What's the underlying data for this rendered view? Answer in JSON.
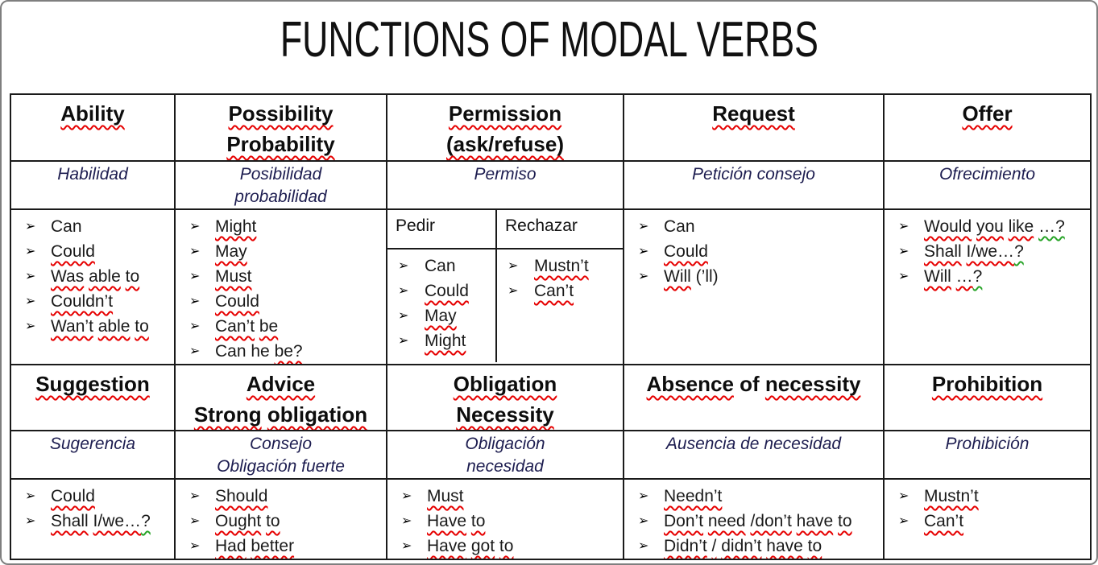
{
  "title": "FUNCTIONS OF MODAL VERBS",
  "icons": {
    "bullet": "➢"
  },
  "colors": {
    "table_border": "#1a1a1a",
    "frame_border": "#7f7f7f",
    "squiggle_red": "#e60000",
    "squiggle_green": "#28a428",
    "subtitle_text": "#1d1d50"
  },
  "table": {
    "sections": [
      {
        "columns": [
          {
            "header": [
              {
                "text": "Ability",
                "spell": "red"
              }
            ],
            "subtitle": "Habilidad",
            "items": [
              {
                "segments": [
                  {
                    "text": "Can",
                    "spell": "none"
                  }
                ]
              },
              {
                "segments": [
                  {
                    "text": "Could",
                    "spell": "red"
                  }
                ]
              },
              {
                "segments": [
                  {
                    "text": "Was able to",
                    "spell": "red"
                  }
                ]
              },
              {
                "segments": [
                  {
                    "text": "Couldn’t",
                    "spell": "red"
                  }
                ]
              },
              {
                "segments": [
                  {
                    "text": "Wan’t able to",
                    "spell": "red"
                  }
                ]
              }
            ]
          },
          {
            "header": [
              {
                "text": "Possibility\nProbability",
                "spell": "red"
              }
            ],
            "subtitle": "Posibilidad\nprobabilidad",
            "items": [
              {
                "segments": [
                  {
                    "text": "Might",
                    "spell": "red"
                  }
                ]
              },
              {
                "segments": [
                  {
                    "text": "May",
                    "spell": "red"
                  }
                ]
              },
              {
                "segments": [
                  {
                    "text": "Must",
                    "spell": "red"
                  }
                ]
              },
              {
                "segments": [
                  {
                    "text": "Could",
                    "spell": "red"
                  }
                ]
              },
              {
                "segments": [
                  {
                    "text": "Can’t be",
                    "spell": "red"
                  }
                ]
              },
              {
                "segments": [
                  {
                    "text": "Can he ",
                    "spell": "none"
                  },
                  {
                    "text": "be?",
                    "spell": "red"
                  }
                ]
              }
            ]
          },
          {
            "header": [
              {
                "text": "Permission\n(ask/refuse)",
                "spell": "red"
              }
            ],
            "subtitle": "Permiso",
            "permission": {
              "ask_label": "Pedir",
              "refuse_label": "Rechazar",
              "ask_items": [
                {
                  "segments": [
                    {
                      "text": "Can",
                      "spell": "none"
                    }
                  ]
                },
                {
                  "segments": [
                    {
                      "text": "Could",
                      "spell": "red"
                    }
                  ]
                },
                {
                  "segments": [
                    {
                      "text": "May",
                      "spell": "red"
                    }
                  ]
                },
                {
                  "segments": [
                    {
                      "text": "Might",
                      "spell": "red"
                    }
                  ]
                }
              ],
              "refuse_items": [
                {
                  "segments": [
                    {
                      "text": "Mustn’t",
                      "spell": "red"
                    }
                  ]
                },
                {
                  "segments": [
                    {
                      "text": "Can’t",
                      "spell": "red"
                    }
                  ]
                }
              ]
            }
          },
          {
            "header": [
              {
                "text": "Request",
                "spell": "red"
              }
            ],
            "subtitle": "Petición consejo",
            "items": [
              {
                "segments": [
                  {
                    "text": "Can",
                    "spell": "none"
                  }
                ]
              },
              {
                "segments": [
                  {
                    "text": "Could",
                    "spell": "red"
                  }
                ]
              },
              {
                "segments": [
                  {
                    "text": "Will",
                    "spell": "red"
                  },
                  {
                    "text": " (’ll)",
                    "spell": "none"
                  }
                ]
              }
            ]
          },
          {
            "header": [
              {
                "text": "Offer",
                "spell": "red"
              }
            ],
            "subtitle": "Ofrecimiento",
            "items": [
              {
                "segments": [
                  {
                    "text": "Would you like",
                    "spell": "red"
                  },
                  {
                    "text": " ",
                    "spell": "none"
                  },
                  {
                    "text": "…?",
                    "spell": "green"
                  }
                ]
              },
              {
                "segments": [
                  {
                    "text": "Shall I/we…",
                    "spell": "red"
                  },
                  {
                    "text": "?",
                    "spell": "green"
                  }
                ]
              },
              {
                "segments": [
                  {
                    "text": "Will …",
                    "spell": "red"
                  },
                  {
                    "text": "?",
                    "spell": "green"
                  }
                ]
              }
            ]
          }
        ]
      },
      {
        "columns": [
          {
            "header": [
              {
                "text": "Suggestion",
                "spell": "red"
              }
            ],
            "subtitle": "Sugerencia",
            "items": [
              {
                "segments": [
                  {
                    "text": "Could",
                    "spell": "red"
                  }
                ]
              },
              {
                "segments": [
                  {
                    "text": "Shall I/we…",
                    "spell": "red"
                  },
                  {
                    "text": "?",
                    "spell": "green"
                  }
                ]
              }
            ]
          },
          {
            "header": [
              {
                "text": "Advice\nStrong obligation",
                "spell": "red"
              }
            ],
            "subtitle": "Consejo\nObligación fuerte",
            "items": [
              {
                "segments": [
                  {
                    "text": "Should",
                    "spell": "red"
                  }
                ]
              },
              {
                "segments": [
                  {
                    "text": "Ought to",
                    "spell": "red"
                  }
                ]
              },
              {
                "segments": [
                  {
                    "text": "Had better",
                    "spell": "red"
                  }
                ]
              }
            ]
          },
          {
            "header": [
              {
                "text": "Obligation\nNecessity",
                "spell": "red"
              }
            ],
            "subtitle": "Obligación\nnecesidad",
            "items": [
              {
                "segments": [
                  {
                    "text": "Must",
                    "spell": "red"
                  }
                ]
              },
              {
                "segments": [
                  {
                    "text": "Have to",
                    "spell": "red"
                  }
                ]
              },
              {
                "segments": [
                  {
                    "text": "Have got to",
                    "spell": "red"
                  }
                ]
              }
            ]
          },
          {
            "header": [
              {
                "text": "Absence",
                "spell": "red"
              },
              {
                "text": " of ",
                "spell": "none"
              },
              {
                "text": "necessity",
                "spell": "red"
              }
            ],
            "subtitle": "Ausencia de necesidad",
            "items": [
              {
                "segments": [
                  {
                    "text": "Needn’t",
                    "spell": "red"
                  }
                ]
              },
              {
                "segments": [
                  {
                    "text": "Don’t need /don’t have to",
                    "spell": "red"
                  }
                ]
              },
              {
                "segments": [
                  {
                    "text": "Didn’t / didn’t have to",
                    "spell": "red"
                  }
                ]
              }
            ]
          },
          {
            "header": [
              {
                "text": "Prohibition",
                "spell": "red"
              }
            ],
            "subtitle": "Prohibición",
            "items": [
              {
                "segments": [
                  {
                    "text": "Mustn’t",
                    "spell": "red"
                  }
                ]
              },
              {
                "segments": [
                  {
                    "text": "Can’t",
                    "spell": "red"
                  }
                ]
              }
            ]
          }
        ]
      }
    ]
  }
}
